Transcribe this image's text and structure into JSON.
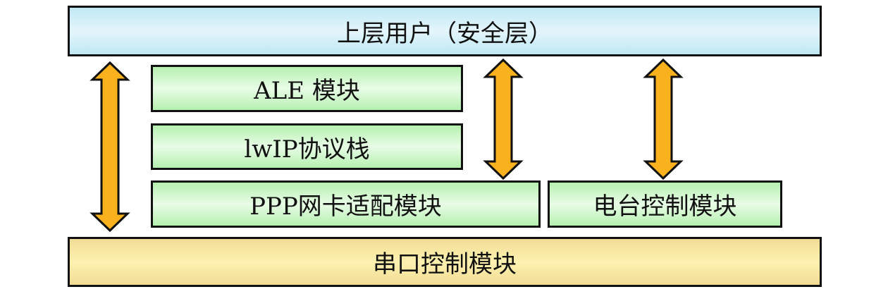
{
  "diagram": {
    "top_layer": {
      "label": "上层用户（安全层）"
    },
    "modules": [
      {
        "id": "ale",
        "label": "ALE 模块"
      },
      {
        "id": "lwip",
        "label": "lwIP协议栈"
      },
      {
        "id": "ppp",
        "label": "PPP网卡适配模块"
      },
      {
        "id": "radio",
        "label": "电台控制模块"
      }
    ],
    "bottom_layer": {
      "label": "串口控制模块"
    },
    "arrows": [
      {
        "name": "top-to-serial",
        "from": "上层用户（安全层）",
        "to": "串口控制模块",
        "direction": "bidirectional"
      },
      {
        "name": "top-to-ppp",
        "from": "上层用户（安全层）",
        "to": "PPP网卡适配模块",
        "direction": "bidirectional"
      },
      {
        "name": "top-to-radio",
        "from": "上层用户（安全层）",
        "to": "电台控制模块",
        "direction": "bidirectional"
      }
    ],
    "colors": {
      "top_fill": "#d3eff8",
      "module_fill": "#cff6cb",
      "bottom_fill": "#f8e8a3",
      "arrow_fill": "#f9b11e",
      "border": "#111111"
    }
  }
}
